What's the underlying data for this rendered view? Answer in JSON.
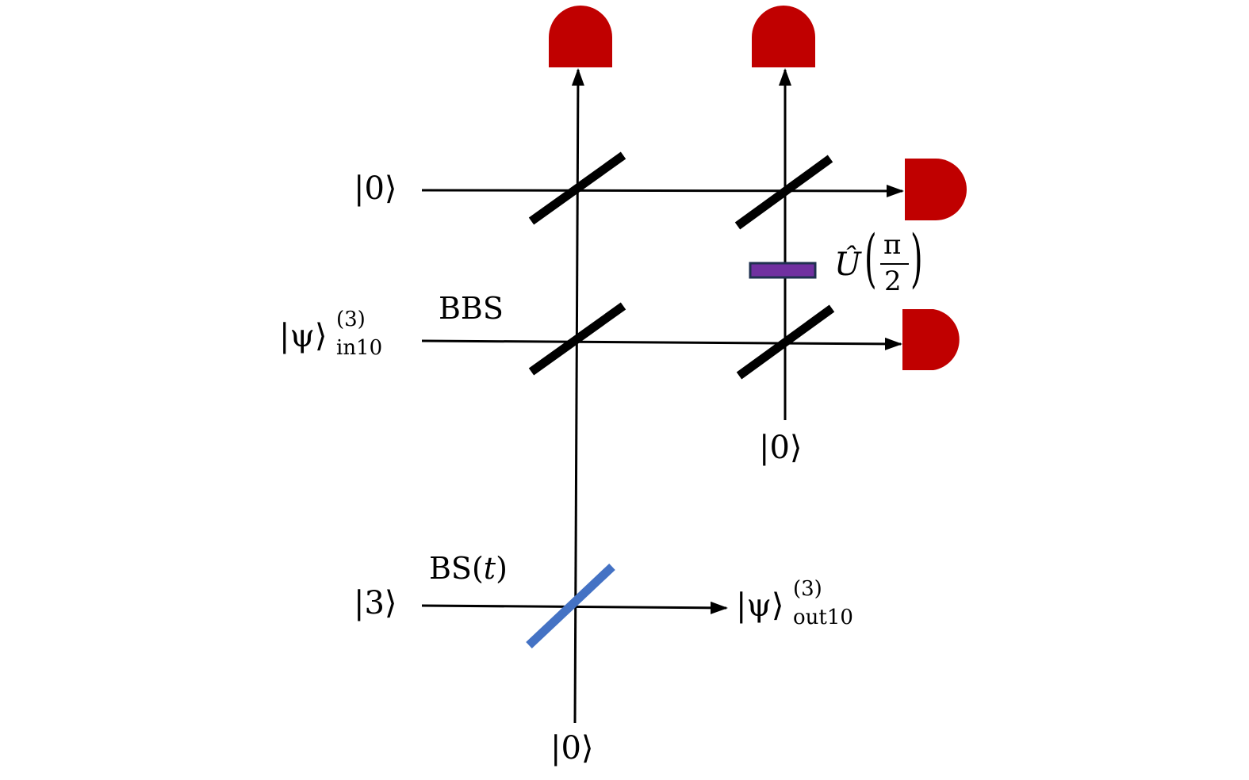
{
  "diagram": {
    "inputs": {
      "top_mode": "|0⟩",
      "middle_mode": {
        "base": "|ψ⟩",
        "sup": "(3)",
        "sub": "in10"
      },
      "bottom_mode": "|3⟩",
      "bottom_vertical": "|0⟩",
      "right_vertical": "|0⟩"
    },
    "output": {
      "base": "|ψ⟩",
      "sup": "(3)",
      "sub": "out10"
    },
    "labels": {
      "bbs": "BBS",
      "bs": "BS(",
      "bs_param": "t",
      "bs_close": ")",
      "unitary": "Û",
      "unitary_num": "π",
      "unitary_den": "2"
    },
    "colors": {
      "detector": "#c00000",
      "beam_splitter_black": "#000000",
      "beam_splitter_tunable": "#4472c4",
      "phase_plate_fill": "#7030a0",
      "phase_plate_border": "#1f3050"
    }
  }
}
